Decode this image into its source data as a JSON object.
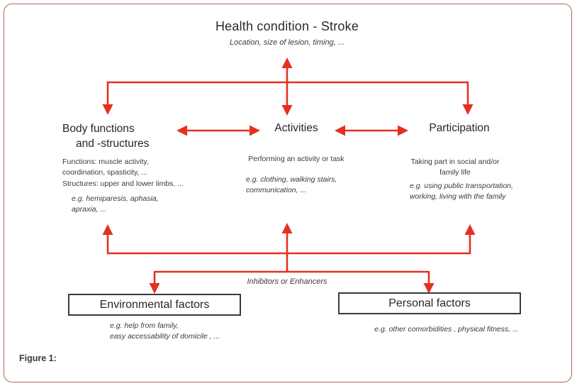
{
  "figure": {
    "caption": "Figure 1:",
    "accent_red": "#e53020",
    "frame_color": "#aa6a58"
  },
  "title": {
    "text": "Health condition - Stroke",
    "subtitle": "Location, size of lesion, timing, ..."
  },
  "labels": {
    "inhibitors": "Inhibitors or Enhancers"
  },
  "nodes": {
    "body_functions": {
      "heading_line1": "Body functions",
      "heading_line2": "and -structures",
      "desc_line1": "Functions: muscle activity,",
      "desc_line2": "coordination, spasticity, ...",
      "desc_line3": "Structures: upper and lower limbs, ...",
      "example_line1": "e.g. hemiparesis, aphasia,",
      "example_line2": "apraxia, ..."
    },
    "activities": {
      "heading": "Activities",
      "desc": "Performing an activity or task",
      "example_line1": "e.g. clothing, walking stairs,",
      "example_line2": "communication, ..."
    },
    "participation": {
      "heading": "Participation",
      "desc_line1": "Taking part in social and/or",
      "desc_line2": "family life",
      "example_line1": "e.g. using public transportation,",
      "example_line2": "working, living with the family"
    },
    "environmental": {
      "label": "Environmental factors",
      "example_line1": "e.g. help from family,",
      "example_line2": "easy accessability  of domicile , ..."
    },
    "personal": {
      "label": "Personal factors",
      "example": "e.g. other comorbidities , physical fitness, ..."
    }
  }
}
